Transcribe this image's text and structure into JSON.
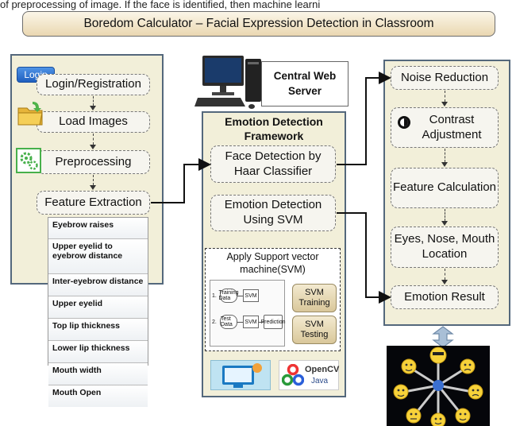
{
  "top_cut_text": "of preprocessing of image. If the face is identified, then machine learni",
  "title": "Boredom Calculator – Facial Expression Detection in Classroom",
  "login_badge": "Login",
  "left_steps": [
    "Login/Registration",
    "Load Images",
    "Preprocessing",
    "Feature Extraction"
  ],
  "features": [
    "Eyebrow raises",
    "Upper eyelid to eyebrow distance",
    "Inter-eyebrow distance",
    "Upper eyelid",
    "Top lip thickness",
    "Lower lip thickness",
    "Mouth width",
    "Mouth Open"
  ],
  "server_label": "Central Web Server",
  "framework_title": "Emotion Detection Framework",
  "middle_steps": [
    "Face Detection by Haar Classifier",
    "Emotion Detection Using SVM"
  ],
  "svm": {
    "title": "Apply Support vector machine(SVM)",
    "row1_num": "1.",
    "row1_node1": "Training Data",
    "row1_node2": "SVM",
    "row2_num": "2.",
    "row2_node1": "Test Data",
    "row2_node2": "SVM",
    "row2_node3": "Prediction",
    "btn_training": "SVM Training",
    "btn_testing": "SVM Testing"
  },
  "opencv": {
    "line1": "OpenCV",
    "line2": "Java"
  },
  "right_steps": [
    "Noise Reduction",
    "Contrast Adjustment",
    "Feature Calculation",
    "Eyes, Nose, Mouth Location",
    "Emotion Result"
  ],
  "colors": {
    "panel_bg": "#f2efd9",
    "panel_border": "#54687c",
    "title_bg": "#ead7b1",
    "double_arrow": "#a9bfd6"
  }
}
